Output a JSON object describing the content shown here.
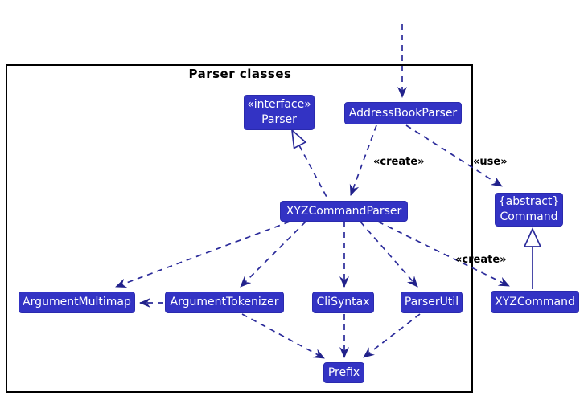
{
  "diagram": {
    "title": "Parser classes",
    "classes": {
      "parser": {
        "stereotype": "«interface»",
        "name": "Parser"
      },
      "address_book_parser": {
        "name": "AddressBookParser"
      },
      "command": {
        "stereotype": "{abstract}",
        "name": "Command"
      },
      "xyz_command_parser": {
        "name": "XYZCommandParser"
      },
      "argument_multimap": {
        "name": "ArgumentMultimap"
      },
      "argument_tokenizer": {
        "name": "ArgumentTokenizer"
      },
      "cli_syntax": {
        "name": "CliSyntax"
      },
      "parser_util": {
        "name": "ParserUtil"
      },
      "xyz_command": {
        "name": "XYZCommand"
      },
      "prefix": {
        "name": "Prefix"
      }
    },
    "edge_labels": {
      "abp_creates_parser": "«create»",
      "abp_uses_command": "«use»",
      "xcp_creates_command": "«create»"
    },
    "relationships": [
      {
        "from": "(external)",
        "to": "AddressBookParser",
        "type": "dashed-dependency"
      },
      {
        "from": "AddressBookParser",
        "to": "XYZCommandParser",
        "type": "dashed-dependency",
        "label": "«create»"
      },
      {
        "from": "AddressBookParser",
        "to": "Command",
        "type": "dashed-dependency",
        "label": "«use»"
      },
      {
        "from": "XYZCommandParser",
        "to": "Parser",
        "type": "realization"
      },
      {
        "from": "XYZCommandParser",
        "to": "ArgumentMultimap",
        "type": "dashed-dependency"
      },
      {
        "from": "XYZCommandParser",
        "to": "ArgumentTokenizer",
        "type": "dashed-dependency"
      },
      {
        "from": "XYZCommandParser",
        "to": "CliSyntax",
        "type": "dashed-dependency"
      },
      {
        "from": "XYZCommandParser",
        "to": "ParserUtil",
        "type": "dashed-dependency"
      },
      {
        "from": "XYZCommandParser",
        "to": "XYZCommand",
        "type": "dashed-dependency",
        "label": "«create»"
      },
      {
        "from": "ArgumentTokenizer",
        "to": "ArgumentMultimap",
        "type": "dashed-dependency"
      },
      {
        "from": "ArgumentTokenizer",
        "to": "Prefix",
        "type": "dashed-dependency"
      },
      {
        "from": "CliSyntax",
        "to": "Prefix",
        "type": "dashed-dependency"
      },
      {
        "from": "ParserUtil",
        "to": "Prefix",
        "type": "dashed-dependency"
      },
      {
        "from": "XYZCommand",
        "to": "Command",
        "type": "inheritance"
      }
    ],
    "colors": {
      "class_fill": "#3333C4",
      "class_text": "#FFFFFF",
      "arrow": "#2B2B9A",
      "arrowhead": "#22228B",
      "frame_border": "#000000",
      "label_text": "#000000"
    }
  }
}
